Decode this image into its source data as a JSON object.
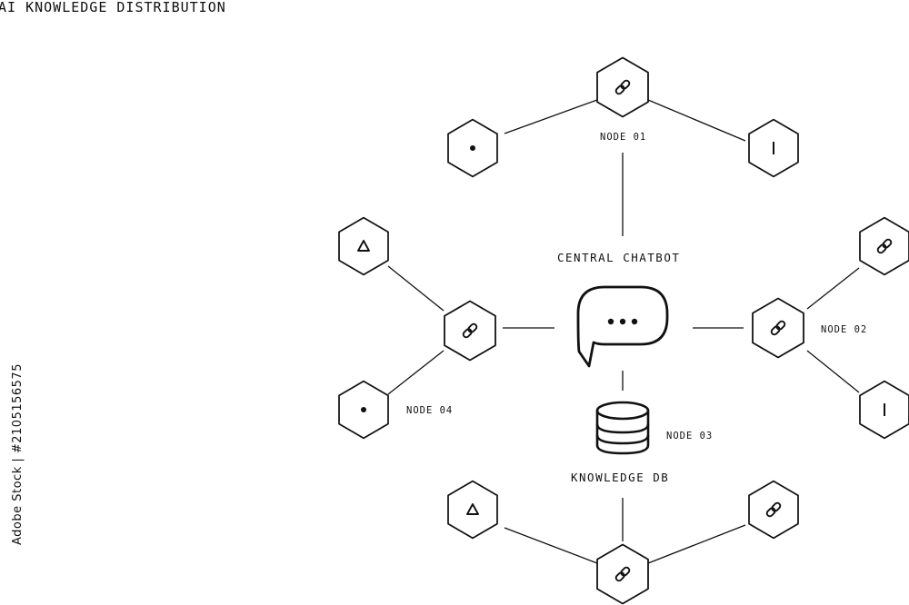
{
  "diagram": {
    "title": "AI KNOWLEDGE DISTRIBUTION",
    "central_label": "CENTRAL CHATBOT",
    "db_label": "KNOWLEDGE DB",
    "nodes": [
      {
        "id": "node01",
        "label": "NODE 01",
        "icon": "link-icon"
      },
      {
        "id": "node02",
        "label": "NODE 02",
        "icon": "link-icon"
      },
      {
        "id": "node03",
        "label": "NODE 03",
        "icon": "database-icon"
      },
      {
        "id": "node04",
        "label": "NODE 04",
        "icon": "link-icon"
      }
    ],
    "satellites": [
      {
        "id": "sat-top-left",
        "icon": "dot-icon"
      },
      {
        "id": "sat-top-right",
        "icon": "bar-icon"
      },
      {
        "id": "sat-left-top",
        "icon": "triangle-icon"
      },
      {
        "id": "sat-left-bottom",
        "icon": "dot-icon"
      },
      {
        "id": "sat-right-top",
        "icon": "link-icon"
      },
      {
        "id": "sat-right-bottom",
        "icon": "bar-icon"
      },
      {
        "id": "sat-bottom-left",
        "icon": "triangle-icon"
      },
      {
        "id": "sat-bottom-right",
        "icon": "link-icon"
      },
      {
        "id": "sat-bottom-center",
        "icon": "link-icon"
      }
    ]
  },
  "watermark": {
    "text": "Adobe Stock | #2105156575"
  },
  "colors": {
    "stroke": "#111111",
    "background": "#ffffff"
  }
}
